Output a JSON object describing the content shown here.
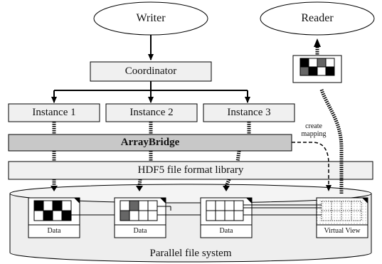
{
  "writer": "Writer",
  "reader": "Reader",
  "coordinator": "Coordinator",
  "instances": [
    "Instance 1",
    "Instance 2",
    "Instance 3"
  ],
  "arraybridge": "ArrayBridge",
  "hdf5": "HDF5 file format library",
  "create_mapping": [
    "create",
    "mapping"
  ],
  "data_label": "Data",
  "virtual_view": "Virtual View",
  "filesystem": "Parallel file system",
  "colors": {
    "black": "#000000",
    "dark_gray": "#666666",
    "panel_gray": "#f0f0f0",
    "bridge_gray": "#c8c8c8"
  }
}
